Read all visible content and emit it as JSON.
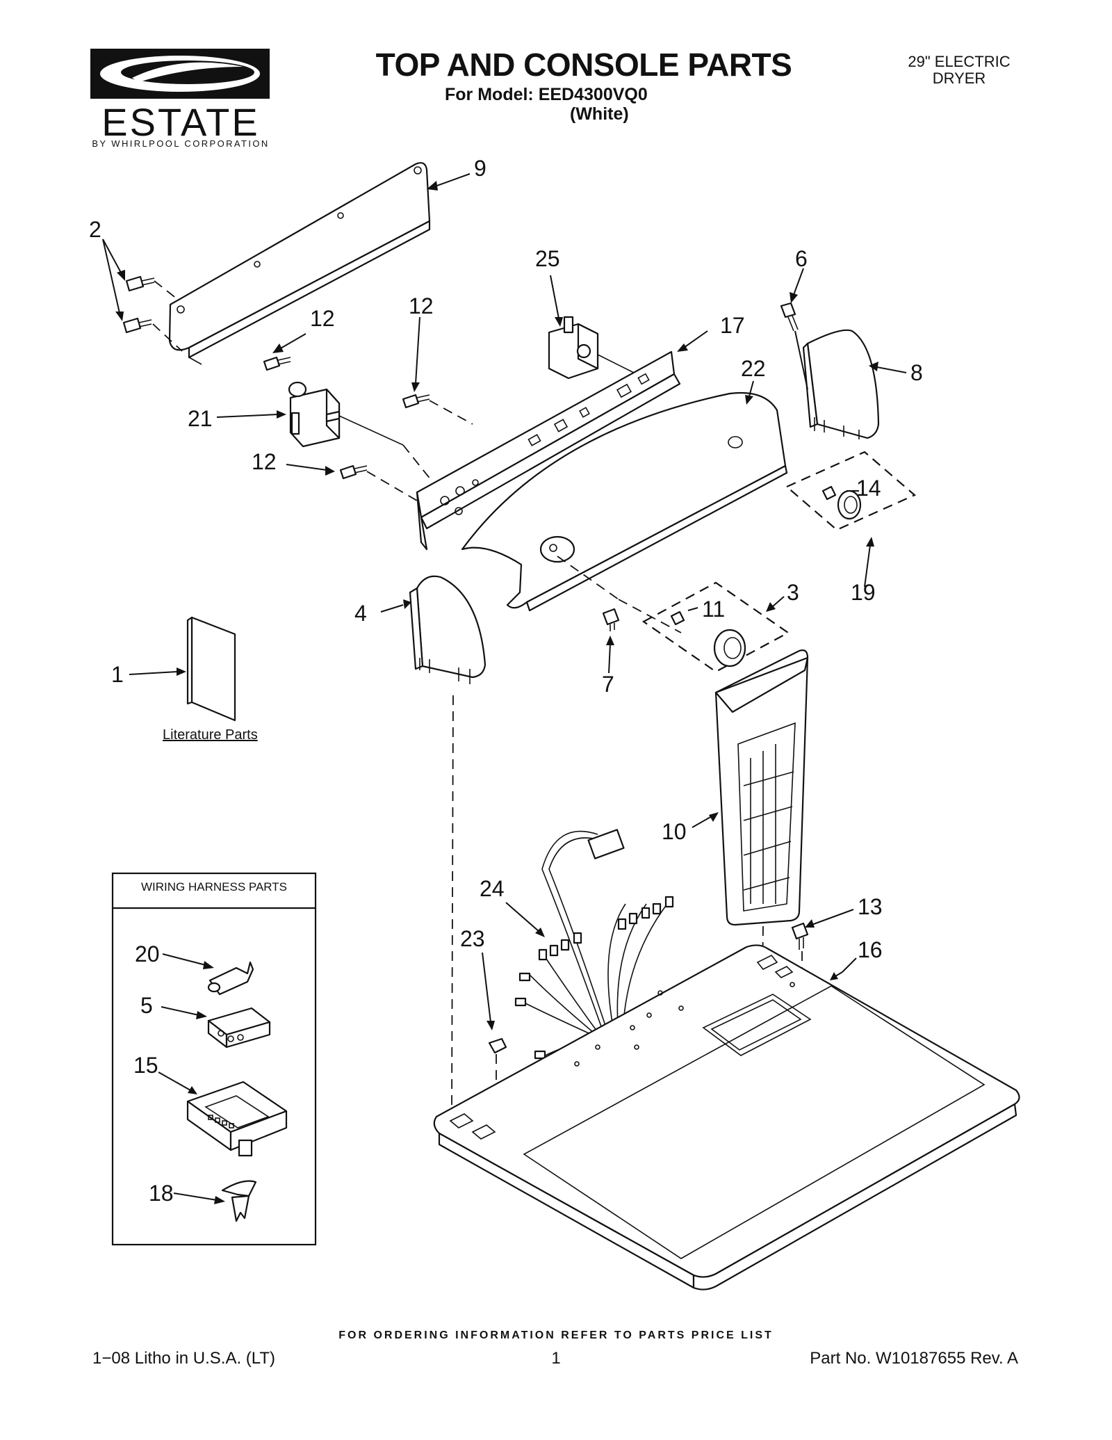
{
  "header": {
    "brand_name": "ESTATE",
    "brand_sub": "BY WHIRLPOOL CORPORATION",
    "title": "TOP AND CONSOLE PARTS",
    "model": "For Model: EED4300VQ0",
    "color": "(White)",
    "product_line1": "29\" ELECTRIC",
    "product_line2": "DRYER"
  },
  "callouts": [
    {
      "id": "c9",
      "label": "9"
    },
    {
      "id": "c2",
      "label": "2"
    },
    {
      "id": "c25",
      "label": "25"
    },
    {
      "id": "c6",
      "label": "6"
    },
    {
      "id": "c12a",
      "label": "12"
    },
    {
      "id": "c12b",
      "label": "12"
    },
    {
      "id": "c17",
      "label": "17"
    },
    {
      "id": "c8",
      "label": "8"
    },
    {
      "id": "c22",
      "label": "22"
    },
    {
      "id": "c21",
      "label": "21"
    },
    {
      "id": "c12c",
      "label": "12"
    },
    {
      "id": "c14",
      "label": "14"
    },
    {
      "id": "c19",
      "label": "19"
    },
    {
      "id": "c3",
      "label": "3"
    },
    {
      "id": "c4",
      "label": "4"
    },
    {
      "id": "c11",
      "label": "11"
    },
    {
      "id": "c7",
      "label": "7"
    },
    {
      "id": "c1",
      "label": "1"
    },
    {
      "id": "c10",
      "label": "10"
    },
    {
      "id": "c24",
      "label": "24"
    },
    {
      "id": "c13",
      "label": "13"
    },
    {
      "id": "c23",
      "label": "23"
    },
    {
      "id": "c16",
      "label": "16"
    },
    {
      "id": "c20",
      "label": "20"
    },
    {
      "id": "c5",
      "label": "5"
    },
    {
      "id": "c15",
      "label": "15"
    },
    {
      "id": "c18",
      "label": "18"
    }
  ],
  "literature_label": "Literature Parts",
  "wiring_harness_title": "WIRING HARNESS PARTS",
  "footer": {
    "ordering_note": "FOR ORDERING INFORMATION REFER TO PARTS PRICE LIST",
    "litho": "1−08 Litho in U.S.A. (LT)",
    "page": "1",
    "part_no": "Part No. W10187655 Rev. A"
  }
}
